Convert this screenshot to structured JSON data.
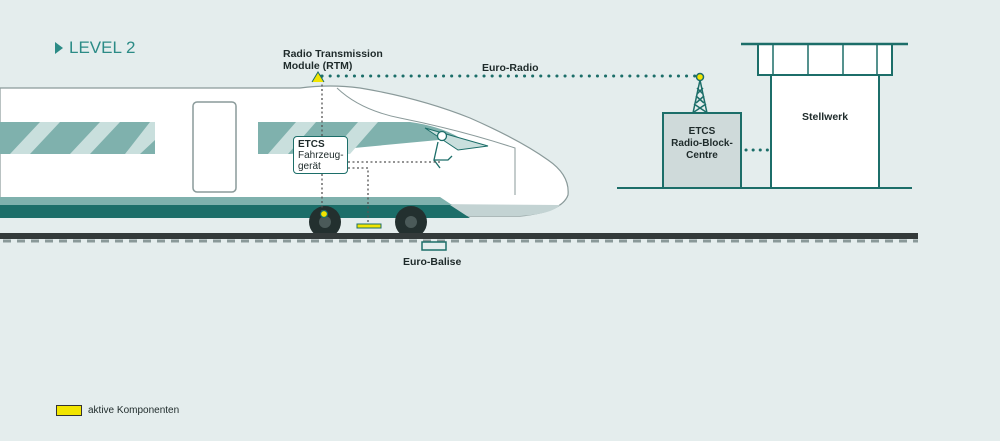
{
  "level_label": "LEVEL 2",
  "rtm_label_line1": "Radio Transmission",
  "rtm_label_line2": "Module (RTM)",
  "euro_radio_label": "Euro-Radio",
  "etcs_onboard": {
    "title": "ETCS",
    "line1": "Fahrzeug-",
    "line2": "gerät"
  },
  "rbc": {
    "line1": "ETCS",
    "line2": "Radio-Block-",
    "line3": "Centre"
  },
  "stellwerk_label": "Stellwerk",
  "balise_label": "Euro-Balise",
  "legend_label": "aktive Komponenten",
  "colors": {
    "teal_dark": "#1c6e69",
    "teal_light": "#7fb1ad",
    "active": "#f2e500",
    "background": "#e4eded"
  }
}
